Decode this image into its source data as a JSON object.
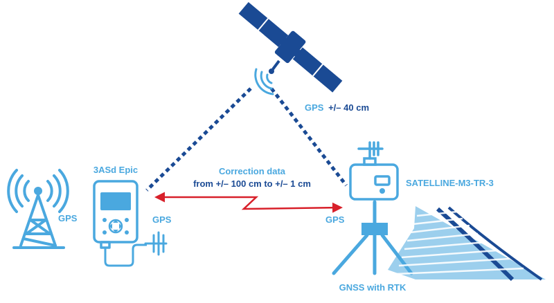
{
  "labels": {
    "gps_accuracy_prefix": "GPS",
    "gps_accuracy_value": "+/– 40 cm",
    "handheld_name": "3ASd Epic",
    "correction_title": "Correction data",
    "correction_range": "from +/– 100 cm to +/– 1 cm",
    "radio_name": "SATELLINE-M3-TR-3",
    "tower_gps": "GPS",
    "handheld_gps": "GPS",
    "rover_gps": "GPS",
    "rover_caption": "GNSS with RTK"
  },
  "colors": {
    "light_blue": "#4aa8df",
    "dark_blue": "#1a4a94",
    "link_red": "#d8202a"
  }
}
